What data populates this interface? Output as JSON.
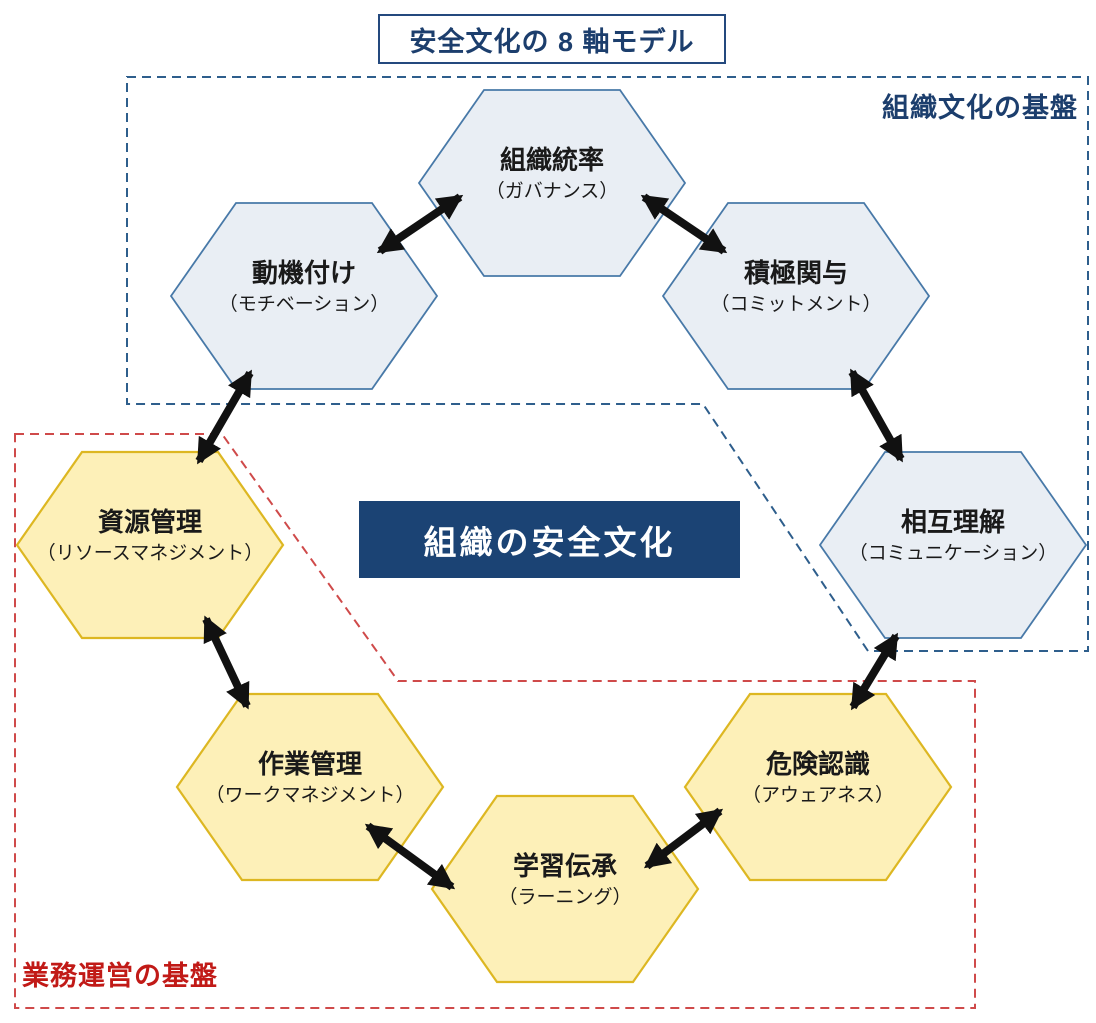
{
  "diagram": {
    "title": "安全文化の 8 軸モデル",
    "center_label": "組織の安全文化"
  },
  "regions": {
    "org_culture": {
      "label": "組織文化の基盤"
    },
    "operations": {
      "label": "業務運営の基盤"
    }
  },
  "hexagons": [
    {
      "id": "governance",
      "region": "org_culture",
      "title": "組織統率",
      "subtitle": "（ガバナンス）"
    },
    {
      "id": "motivation",
      "region": "org_culture",
      "title": "動機付け",
      "subtitle": "（モチベーション）"
    },
    {
      "id": "commitment",
      "region": "org_culture",
      "title": "積極関与",
      "subtitle": "（コミットメント）"
    },
    {
      "id": "communication",
      "region": "org_culture",
      "title": "相互理解",
      "subtitle": "（コミュニケーション）"
    },
    {
      "id": "resource-management",
      "region": "operations",
      "title": "資源管理",
      "subtitle": "（リソースマネジメント）"
    },
    {
      "id": "work-management",
      "region": "operations",
      "title": "作業管理",
      "subtitle": "（ワークマネジメント）"
    },
    {
      "id": "learning",
      "region": "operations",
      "title": "学習伝承",
      "subtitle": "（ラーニング）"
    },
    {
      "id": "hazard-awareness",
      "region": "operations",
      "title": "危険認識",
      "subtitle": "（アウェアネス）"
    }
  ],
  "colors": {
    "navy_text": "#1c3e6d",
    "navy_box": "#1b4374",
    "blue_dashed_border": "#2e5e8c",
    "blue_hex_fill": "#e9eef4",
    "blue_hex_stroke": "#4879a8",
    "yellow_hex_fill": "#fdf0b8",
    "yellow_hex_stroke": "#ddb722",
    "red_dashed_border": "#cf4a4a",
    "red_text": "#c11a17",
    "arrow": "#111111"
  }
}
